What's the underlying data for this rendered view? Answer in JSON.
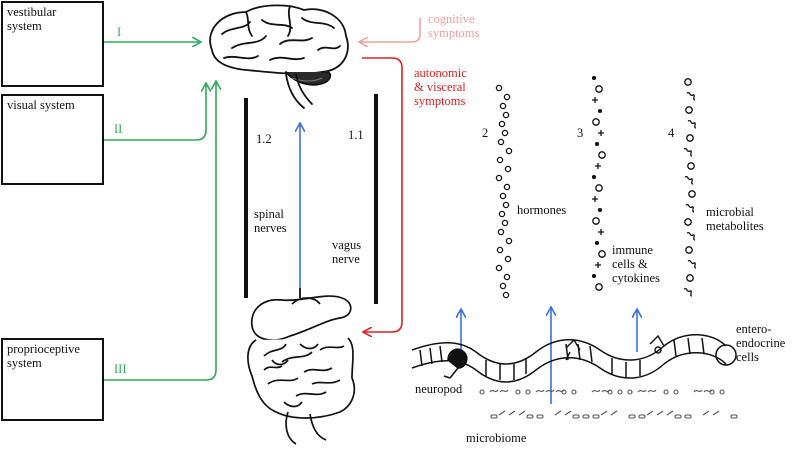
{
  "sensory_inputs": {
    "vestibular": {
      "label_line1": "vestibular",
      "label_line2": "system",
      "roman": "I"
    },
    "visual": {
      "label": "visual system",
      "roman": "II"
    },
    "proprioceptive": {
      "label_line1": "proprioceptive",
      "label_line2": "system",
      "roman": "III"
    }
  },
  "brain_outputs": {
    "cognitive_line1": "cognitive",
    "cognitive_line2": "symptoms",
    "autonomic_line1": "autonomic",
    "autonomic_line2": "& visceral",
    "autonomic_line3": "symptoms"
  },
  "pathways": {
    "spinal_number": "1.2",
    "spinal_line1": "spinal",
    "spinal_line2": "nerves",
    "vagus_number": "1.1",
    "vagus_line1": "vagus",
    "vagus_line2": "nerve"
  },
  "humoral_routes": {
    "hormones_number": "2",
    "hormones_label": "hormones",
    "immune_number": "3",
    "immune_line1": "immune",
    "immune_line2": "cells &",
    "immune_line3": "cytokines",
    "microbial_number": "4",
    "microbial_line1": "microbial",
    "microbial_line2": "metabolites"
  },
  "gut": {
    "neuropod": "neuropod",
    "enteroendocrine_line1": "entero-",
    "enteroendocrine_line2": "endocrine",
    "enteroendocrine_line3": "cells",
    "microbiome": "microbiome"
  },
  "colors": {
    "sensory_arrow": "#2eab58",
    "vagal_afferent": "#3a6fe0",
    "efferent_symptoms": "#e02020",
    "cognitive_symptoms": "#f2a0a0",
    "ink": "#111111"
  }
}
